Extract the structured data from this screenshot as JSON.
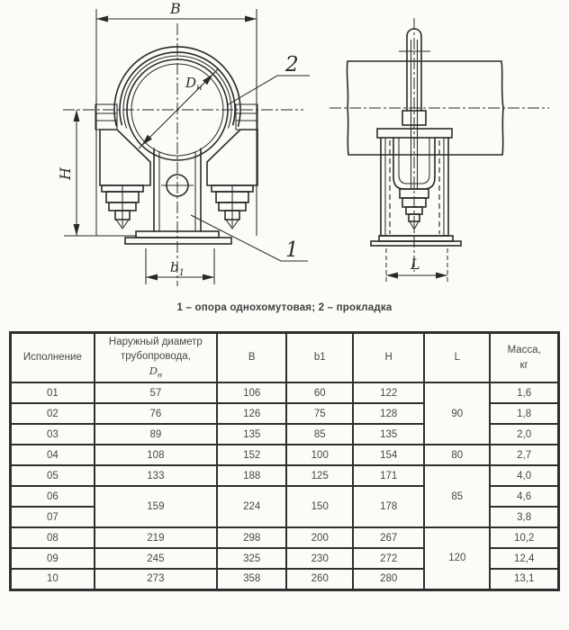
{
  "figure": {
    "caption": "1 – опора однохомутовая; 2 – прокладка",
    "labels": {
      "width_b": "B",
      "height_h": "H",
      "base_b1_main": "b",
      "base_b1_sub": "1",
      "diameter_main": "D",
      "diameter_sub": "н",
      "length_l": "L",
      "callout_support": "1",
      "callout_gasket": "2"
    }
  },
  "table": {
    "col_ispolnenie": "Исполнение",
    "col_dn_title": "Наружный диаметр трубопровода,",
    "col_dn_symbol_main": "D",
    "col_dn_symbol_sub": "н",
    "col_b": "B",
    "col_b1": "b1",
    "col_h": "H",
    "col_l": "L",
    "col_mass_line1": "Масса,",
    "col_mass_line2": "кг",
    "rows": [
      [
        {
          "v": "01"
        },
        {
          "v": "57"
        },
        {
          "v": "106"
        },
        {
          "v": "60"
        },
        {
          "v": "122"
        },
        {
          "v": "90",
          "rs": 3
        },
        {
          "v": "1,6"
        }
      ],
      [
        {
          "v": "02"
        },
        {
          "v": "76"
        },
        {
          "v": "126"
        },
        {
          "v": "75"
        },
        {
          "v": "128"
        },
        {
          "v": "1,8"
        }
      ],
      [
        {
          "v": "03"
        },
        {
          "v": "89"
        },
        {
          "v": "135"
        },
        {
          "v": "85"
        },
        {
          "v": "135"
        },
        {
          "v": "2,0"
        }
      ],
      [
        {
          "v": "04"
        },
        {
          "v": "108"
        },
        {
          "v": "152"
        },
        {
          "v": "100"
        },
        {
          "v": "154"
        },
        {
          "v": "80"
        },
        {
          "v": "2,7"
        }
      ],
      [
        {
          "v": "05"
        },
        {
          "v": "133"
        },
        {
          "v": "188"
        },
        {
          "v": "125"
        },
        {
          "v": "171"
        },
        {
          "v": "85",
          "rs": 3
        },
        {
          "v": "4,0"
        }
      ],
      [
        {
          "v": "06"
        },
        {
          "v": "159",
          "rs": 2
        },
        {
          "v": "224",
          "rs": 2
        },
        {
          "v": "150",
          "rs": 2
        },
        {
          "v": "178",
          "rs": 2
        },
        {
          "v": "4,6"
        }
      ],
      [
        {
          "v": "07"
        },
        {
          "v": "3,8"
        }
      ],
      [
        {
          "v": "08"
        },
        {
          "v": "219"
        },
        {
          "v": "298"
        },
        {
          "v": "200"
        },
        {
          "v": "267"
        },
        {
          "v": "120",
          "rs": 3
        },
        {
          "v": "10,2"
        }
      ],
      [
        {
          "v": "09"
        },
        {
          "v": "245"
        },
        {
          "v": "325"
        },
        {
          "v": "230"
        },
        {
          "v": "272"
        },
        {
          "v": "12,4"
        }
      ],
      [
        {
          "v": "10"
        },
        {
          "v": "273"
        },
        {
          "v": "358"
        },
        {
          "v": "260"
        },
        {
          "v": "280"
        },
        {
          "v": "13,1"
        }
      ]
    ]
  },
  "colors": {
    "line": "#2a2a2a",
    "text": "#474747",
    "background": "#fbfbf8",
    "border": "#2f2f2f"
  }
}
